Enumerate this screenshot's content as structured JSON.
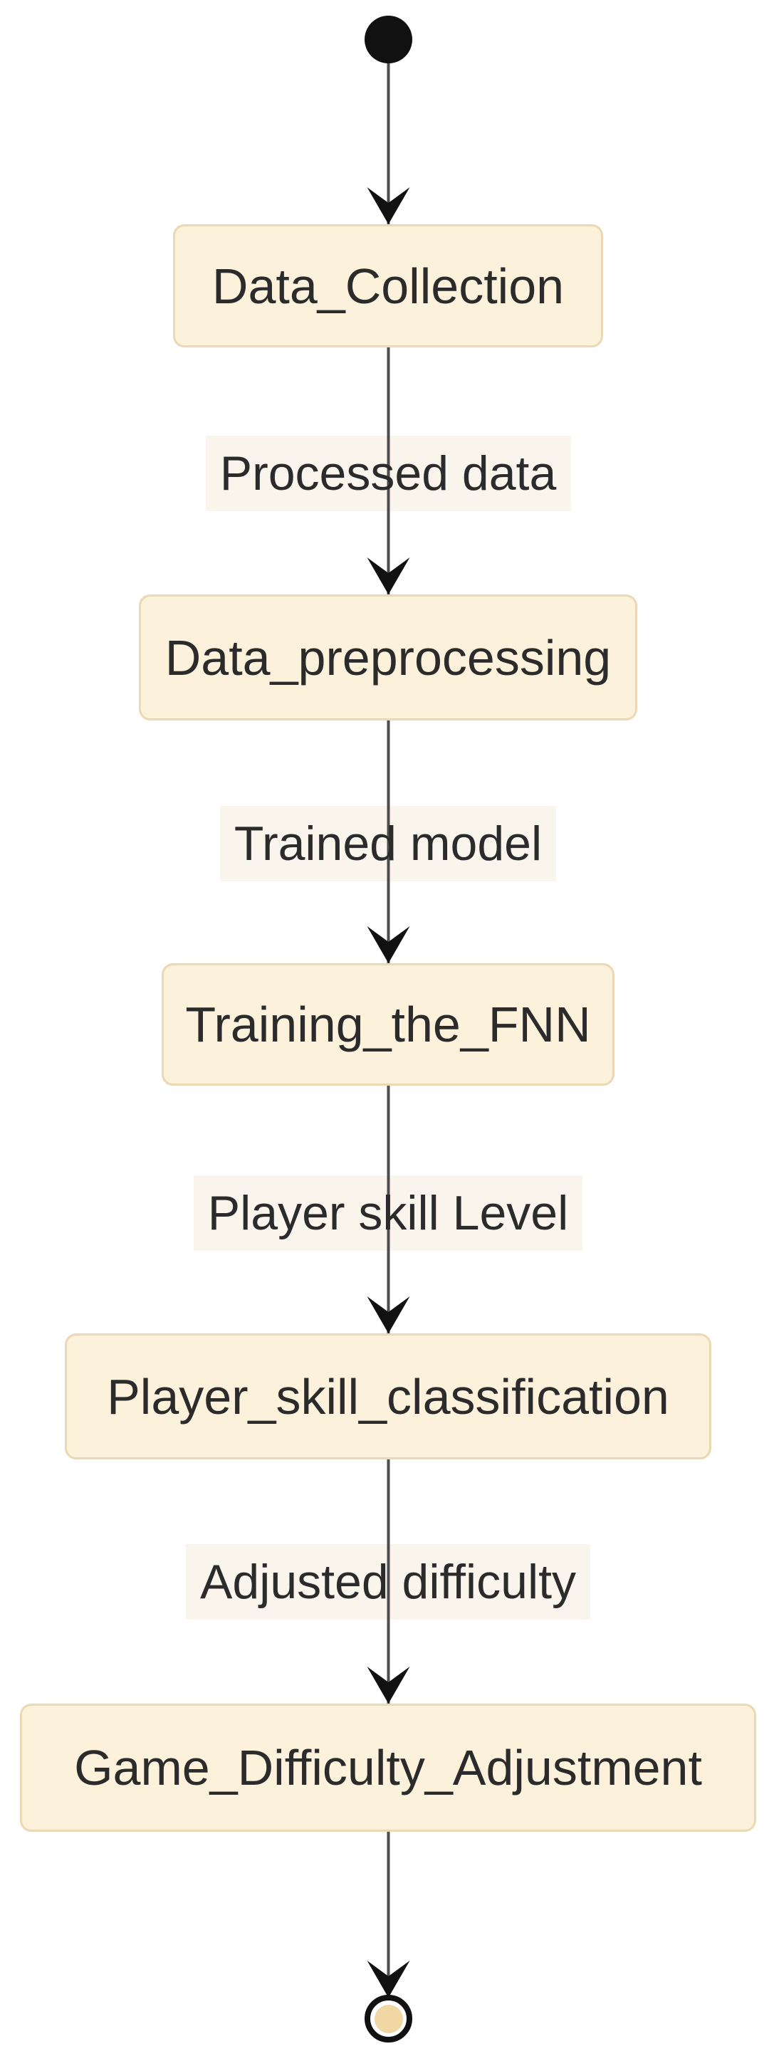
{
  "diagram": {
    "type": "state-flow",
    "direction": "top-to-bottom",
    "initial_state": {
      "shape": "filled-circle"
    },
    "final_state": {
      "shape": "ring-circle"
    },
    "states": [
      {
        "id": "s1",
        "label": "Data_Collection"
      },
      {
        "id": "s2",
        "label": "Data_preprocessing"
      },
      {
        "id": "s3",
        "label": "Training_the_FNN"
      },
      {
        "id": "s4",
        "label": "Player_skill_classification"
      },
      {
        "id": "s5",
        "label": "Game_Difficulty_Adjustment"
      }
    ],
    "transitions": [
      {
        "from": "initial",
        "to": "Data_Collection",
        "label": ""
      },
      {
        "from": "Data_Collection",
        "to": "Data_preprocessing",
        "label": "Processed data"
      },
      {
        "from": "Data_preprocessing",
        "to": "Training_the_FNN",
        "label": "Trained model"
      },
      {
        "from": "Training_the_FNN",
        "to": "Player_skill_classification",
        "label": "Player skill Level"
      },
      {
        "from": "Player_skill_classification",
        "to": "Game_Difficulty_Adjustment",
        "label": "Adjusted difficulty"
      },
      {
        "from": "Game_Difficulty_Adjustment",
        "to": "final",
        "label": ""
      }
    ],
    "colors": {
      "state_fill": "#FCF1DB",
      "state_border": "#EBD8B4",
      "label_background": "#FAF5EC",
      "text": "#2B2B2B",
      "edge_line": "#4D4D4D",
      "arrowhead": "#111111",
      "initial_state_fill": "#111111",
      "final_state_ring": "#111111",
      "final_state_inner_fill": "#F1D7A4",
      "background": "#FFFFFF"
    }
  }
}
